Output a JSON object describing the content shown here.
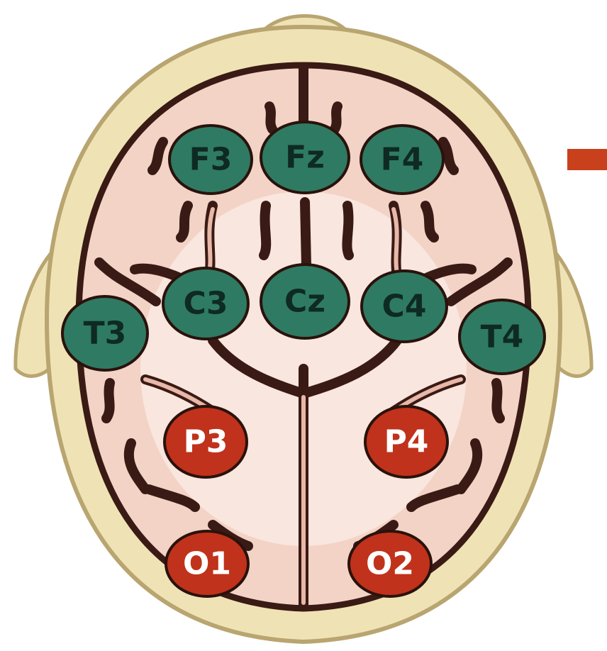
{
  "colors": {
    "background": "#ffffff",
    "skull": "#efe3b6",
    "skull_outline": "#b9a570",
    "brain": "#f3d3c6",
    "sulcus": "#3a1a14",
    "green_electrode": "#2f7a62",
    "green_text": "#0e2a22",
    "red_electrode": "#c0321b",
    "red_text": "#ffffff",
    "side_marker": "#c9401c"
  },
  "electrodes": [
    {
      "id": "F3",
      "label": "F3",
      "group": "green"
    },
    {
      "id": "Fz",
      "label": "Fz",
      "group": "green"
    },
    {
      "id": "F4",
      "label": "F4",
      "group": "green"
    },
    {
      "id": "C3",
      "label": "C3",
      "group": "green"
    },
    {
      "id": "Cz",
      "label": "Cz",
      "group": "green"
    },
    {
      "id": "C4",
      "label": "C4",
      "group": "green"
    },
    {
      "id": "T3",
      "label": "T3",
      "group": "green"
    },
    {
      "id": "T4",
      "label": "T4",
      "group": "green"
    },
    {
      "id": "P3",
      "label": "P3",
      "group": "red"
    },
    {
      "id": "P4",
      "label": "P4",
      "group": "red"
    },
    {
      "id": "O1",
      "label": "O1",
      "group": "red"
    },
    {
      "id": "O2",
      "label": "O2",
      "group": "red"
    }
  ]
}
